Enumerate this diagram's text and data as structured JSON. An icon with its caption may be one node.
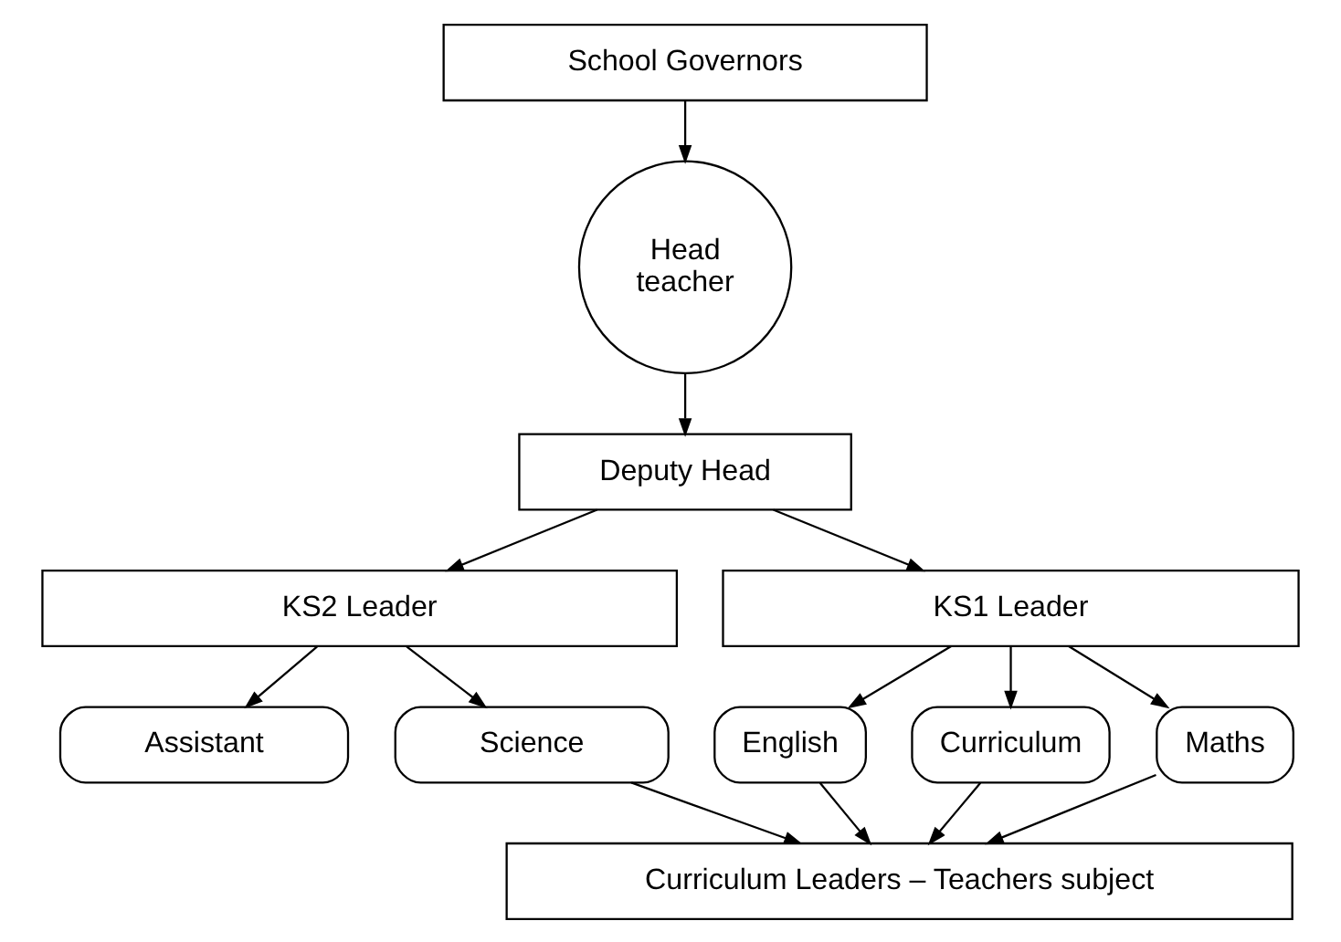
{
  "diagram": {
    "nodes": [
      {
        "text": [
          "School Governors"
        ]
      },
      {
        "text": [
          "Head teacher"
        ]
      },
      {
        "text": [
          "Deputy Head"
        ]
      },
      {
        "text": [
          "KS2 Leader"
        ]
      },
      {
        "text": [
          "KS1 Leader"
        ]
      },
      {
        "text": [
          "Assistant"
        ]
      },
      {
        "text": [
          "Science"
        ]
      },
      {
        "text": [
          "English"
        ]
      },
      {
        "text": [
          "Curriculum"
        ]
      },
      {
        "text": [
          "Maths"
        ]
      },
      {
        "text": [
          "Curriculum Leaders – Teachers subject"
        ]
      }
    ],
    "edges": [
      {
        "from": 0,
        "to": 1,
        "arrow": "to"
      },
      {
        "from": 1,
        "to": 2,
        "arrow": "to"
      },
      {
        "from": 2,
        "to": 3,
        "arrow": "to"
      },
      {
        "from": 2,
        "to": 4,
        "arrow": "to"
      },
      {
        "from": 3,
        "to": 5,
        "arrow": "to"
      },
      {
        "from": 3,
        "to": 6,
        "arrow": "to"
      },
      {
        "from": 4,
        "to": 7,
        "arrow": "to"
      },
      {
        "from": 4,
        "to": 8,
        "arrow": "to"
      },
      {
        "from": 4,
        "to": 9,
        "arrow": "to"
      },
      {
        "from": 6,
        "to": 10,
        "arrow": "to"
      },
      {
        "from": 7,
        "to": 10,
        "arrow": "to"
      },
      {
        "from": 8,
        "to": 10,
        "arrow": "to"
      },
      {
        "from": 9,
        "to": 10,
        "arrow": "to"
      }
    ]
  }
}
